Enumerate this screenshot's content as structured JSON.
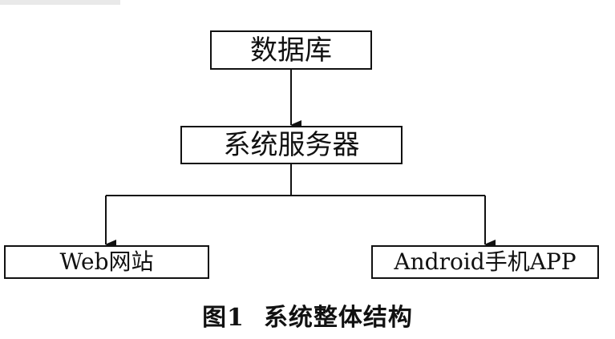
{
  "nodes": {
    "database": "数据库",
    "server": "系统服务器",
    "web": "Web网站",
    "android": "Android手机APP"
  },
  "caption": {
    "number": "图1",
    "title": "系统整体结构"
  }
}
